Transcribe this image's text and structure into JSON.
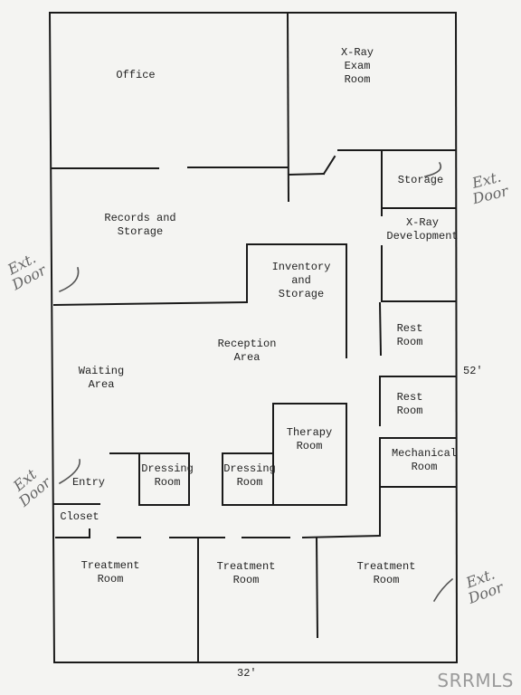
{
  "rooms": {
    "office": "Office",
    "xray_exam": "X-Ray\nExam\nRoom",
    "storage": "Storage",
    "xray_dev": "X-Ray\nDevelopment",
    "records": "Records and\nStorage",
    "inventory": "Inventory\nand\nStorage",
    "reception": "Reception\nArea",
    "waiting": "Waiting\nArea",
    "rest1": "Rest\nRoom",
    "rest2": "Rest\nRoom",
    "therapy": "Therapy\nRoom",
    "mechanical": "Mechanical\nRoom",
    "entry": "Entry",
    "dressing1": "Dressing\nRoom",
    "dressing2": "Dressing\nRoom",
    "closet": "Closet",
    "treatment1": "Treatment\nRoom",
    "treatment2": "Treatment\nRoom",
    "treatment3": "Treatment\nRoom"
  },
  "dimensions": {
    "length": "52'",
    "width": "32'"
  },
  "annotations": {
    "ext_door_1": "Ext.\nDoor",
    "ext_door_2": "Ext.\nDoor",
    "ext_door_3": "Ext\nDoor",
    "ext_door_4": "Ext.\nDoor"
  },
  "watermark": "SRRMLS"
}
